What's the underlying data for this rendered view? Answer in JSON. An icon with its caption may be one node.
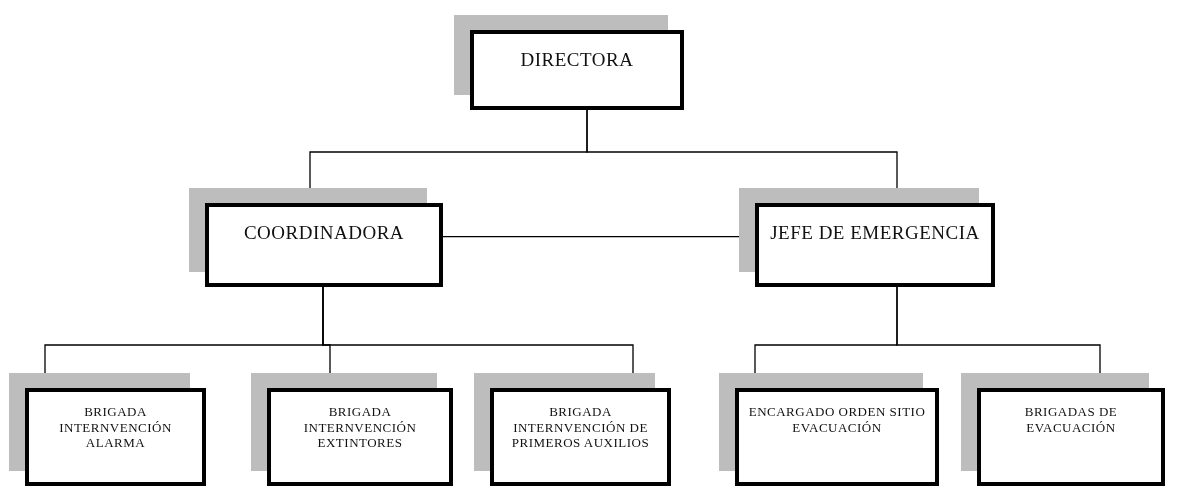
{
  "diagram": {
    "nodes": [
      {
        "text": [
          "DIRECTORA"
        ]
      },
      {
        "text": [
          "COORDINADORA"
        ]
      },
      {
        "text": [
          "JEFE DE EMERGENCIA"
        ]
      },
      {
        "text": [
          "BRIGADA INTERNVENCIÓN ALARMA"
        ]
      },
      {
        "text": [
          "BRIGADA INTERNVENCIÓN EXTINTORES"
        ]
      },
      {
        "text": [
          "BRIGADA INTERNVENCIÓN DE PRIMEROS AUXILIOS"
        ]
      },
      {
        "text": [
          "ENCARGADO ORDEN SITIO EVACUACIÓN"
        ]
      },
      {
        "text": [
          "BRIGADAS DE EVACUACIÓN"
        ]
      }
    ],
    "edges": [
      {
        "from": 0,
        "to": 1,
        "arrow": "none"
      },
      {
        "from": 0,
        "to": 2,
        "arrow": "none"
      },
      {
        "from": 1,
        "to": 2,
        "arrow": "none"
      },
      {
        "from": 1,
        "to": 3,
        "arrow": "none"
      },
      {
        "from": 1,
        "to": 4,
        "arrow": "none"
      },
      {
        "from": 1,
        "to": 5,
        "arrow": "none"
      },
      {
        "from": 2,
        "to": 6,
        "arrow": "none"
      },
      {
        "from": 2,
        "to": 7,
        "arrow": "none"
      }
    ]
  }
}
